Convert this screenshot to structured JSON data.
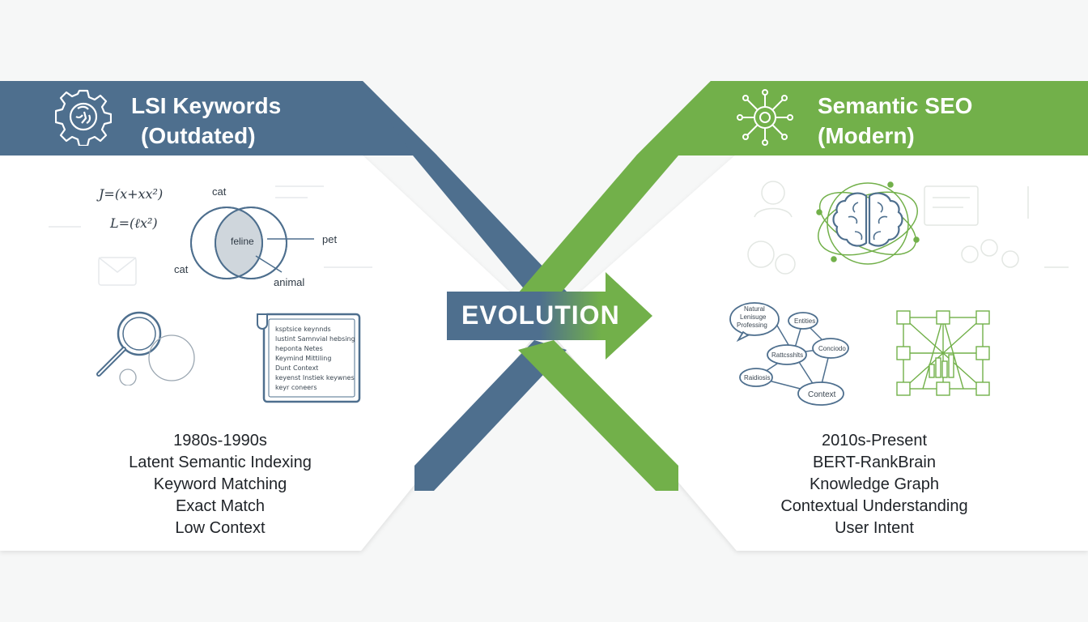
{
  "left_panel": {
    "title_line1": "LSI Keywords",
    "title_line2": "(Outdated)",
    "header_color": "#4e6f8e",
    "icon": "gear-brain-icon",
    "formulas": [
      "J=(x+xx²)",
      "L=(ℓx²)"
    ],
    "venn": {
      "left_label": "cat",
      "right_label": "cat",
      "center_label": "feline",
      "pet_label": "pet",
      "animal_label": "animal"
    },
    "doc_lines": [
      "ksptsice keynnds",
      "lustint Samnvial hebsing",
      "heponta Netes",
      "Keymind Mittiling",
      "Dunt Context",
      "keyenst Instiek keywnes",
      "keyr coneers"
    ],
    "items": [
      "1980s-1990s",
      "Latent Semantic Indexing",
      "Keyword Matching",
      "Exact Match",
      "Low Context"
    ]
  },
  "right_panel": {
    "title_line1": "Semantic SEO",
    "title_line2": "(Modern)",
    "header_color": "#72b04a",
    "icon": "neural-network-icon",
    "graph_nodes": [
      "Natural Lenisuge Professing",
      "Entities",
      "Rattcsshlts",
      "Conciodo",
      "Raidiosis",
      "Context"
    ],
    "items": [
      "2010s-Present",
      "BERT-RankBrain",
      "Knowledge Graph",
      "Contextual Understanding",
      "User Intent"
    ]
  },
  "center": {
    "label": "EVOLUTION",
    "blue": "#4e6f8e",
    "green": "#72b04a"
  }
}
